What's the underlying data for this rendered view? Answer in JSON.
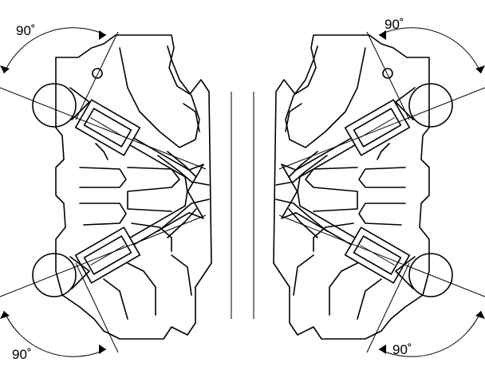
{
  "angle_labels": {
    "top_left": "90˚",
    "top_right": "90˚",
    "bottom_left": "90˚",
    "bottom_right": "90˚"
  }
}
